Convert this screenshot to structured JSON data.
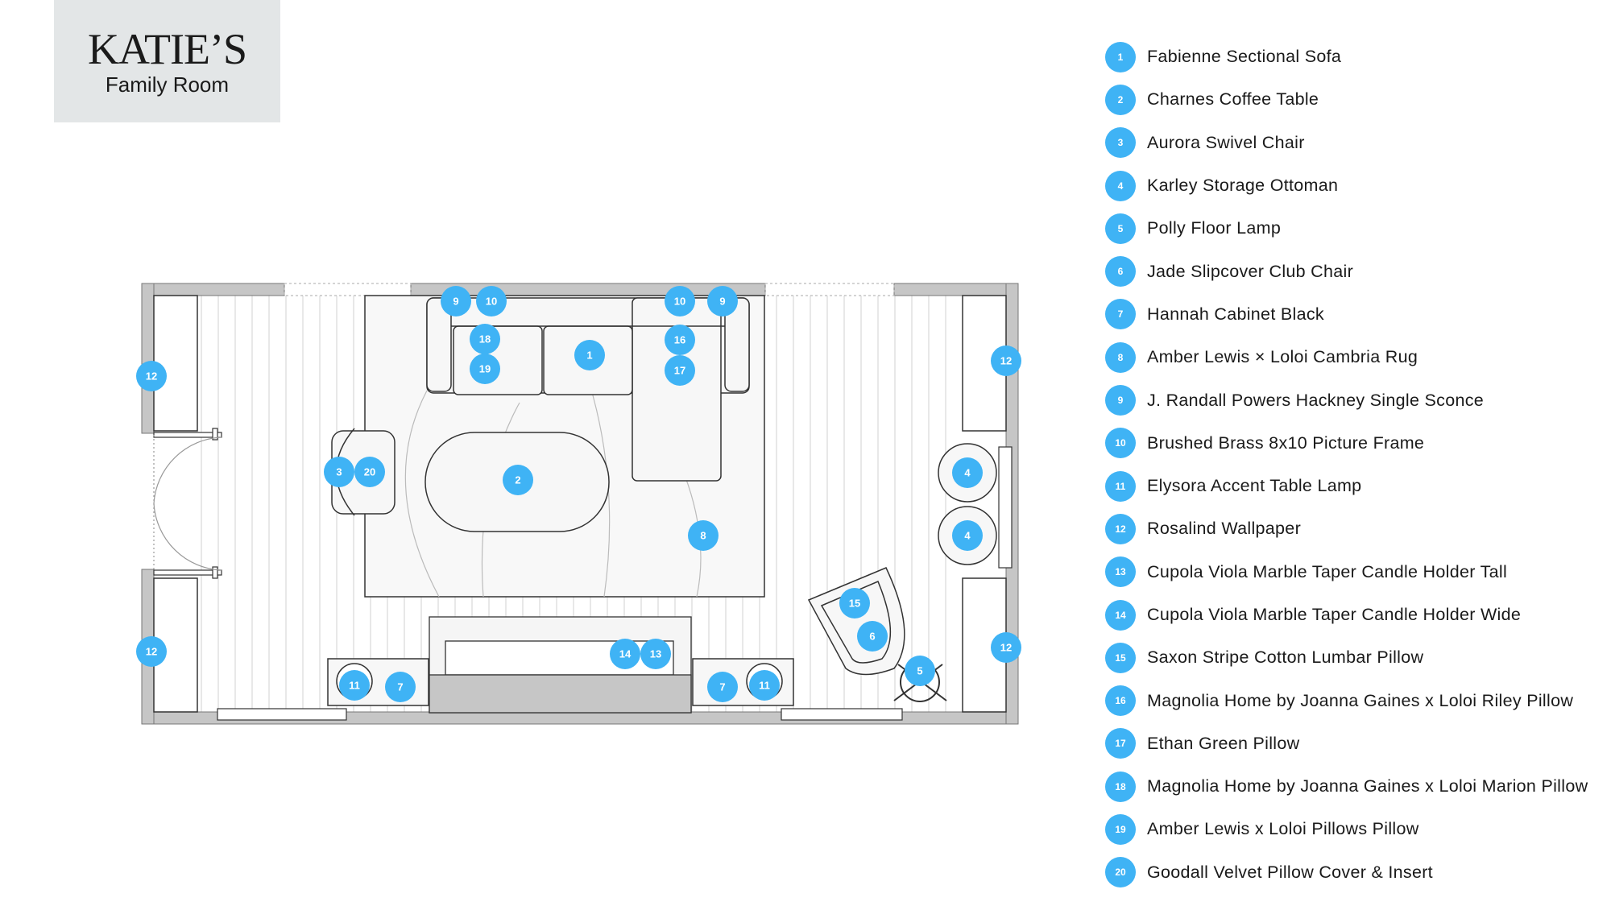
{
  "header": {
    "title": "KATIE’S",
    "subtitle": "Family Room"
  },
  "colors": {
    "marker": "#3fb3f5",
    "wall": "#c6c6c6",
    "floor_line": "#d8d8d8",
    "outline": "#333333",
    "title_bg": "#e3e6e7"
  },
  "legend": [
    {
      "number": "1",
      "label": "Fabienne Sectional Sofa"
    },
    {
      "number": "2",
      "label": "Charnes Coffee Table"
    },
    {
      "number": "3",
      "label": "Aurora Swivel Chair"
    },
    {
      "number": "4",
      "label": "Karley Storage Ottoman"
    },
    {
      "number": "5",
      "label": "Polly Floor Lamp"
    },
    {
      "number": "6",
      "label": "Jade Slipcover Club Chair"
    },
    {
      "number": "7",
      "label": "Hannah Cabinet Black"
    },
    {
      "number": "8",
      "label": "Amber Lewis × Loloi Cambria Rug"
    },
    {
      "number": "9",
      "label": "J. Randall Powers Hackney Single Sconce"
    },
    {
      "number": "10",
      "label": "Brushed Brass 8x10 Picture Frame"
    },
    {
      "number": "11",
      "label": "Elysora Accent Table Lamp"
    },
    {
      "number": "12",
      "label": "Rosalind Wallpaper"
    },
    {
      "number": "13",
      "label": "Cupola Viola Marble Taper Candle Holder Tall"
    },
    {
      "number": "14",
      "label": "Cupola Viola Marble Taper Candle Holder Wide"
    },
    {
      "number": "15",
      "label": "Saxon Stripe Cotton Lumbar Pillow"
    },
    {
      "number": "16",
      "label": "Magnolia Home by Joanna Gaines x Loloi Riley Pillow"
    },
    {
      "number": "17",
      "label": "Ethan Green Pillow"
    },
    {
      "number": "18",
      "label": "Magnolia Home by Joanna Gaines x Loloi Marion Pillow"
    },
    {
      "number": "19",
      "label": "Amber Lewis x Loloi Pillows Pillow"
    },
    {
      "number": "20",
      "label": "Goodall Velvet Pillow Cover & Insert"
    }
  ],
  "plan_markers": [
    {
      "number": "1"
    },
    {
      "number": "2"
    },
    {
      "number": "3"
    },
    {
      "number": "20"
    },
    {
      "number": "4"
    },
    {
      "number": "4"
    },
    {
      "number": "5"
    },
    {
      "number": "6"
    },
    {
      "number": "7"
    },
    {
      "number": "7"
    },
    {
      "number": "8"
    },
    {
      "number": "9"
    },
    {
      "number": "9"
    },
    {
      "number": "10"
    },
    {
      "number": "10"
    },
    {
      "number": "11"
    },
    {
      "number": "11"
    },
    {
      "number": "12"
    },
    {
      "number": "12"
    },
    {
      "number": "12"
    },
    {
      "number": "12"
    },
    {
      "number": "13"
    },
    {
      "number": "14"
    },
    {
      "number": "15"
    },
    {
      "number": "16"
    },
    {
      "number": "17"
    },
    {
      "number": "18"
    },
    {
      "number": "19"
    }
  ]
}
